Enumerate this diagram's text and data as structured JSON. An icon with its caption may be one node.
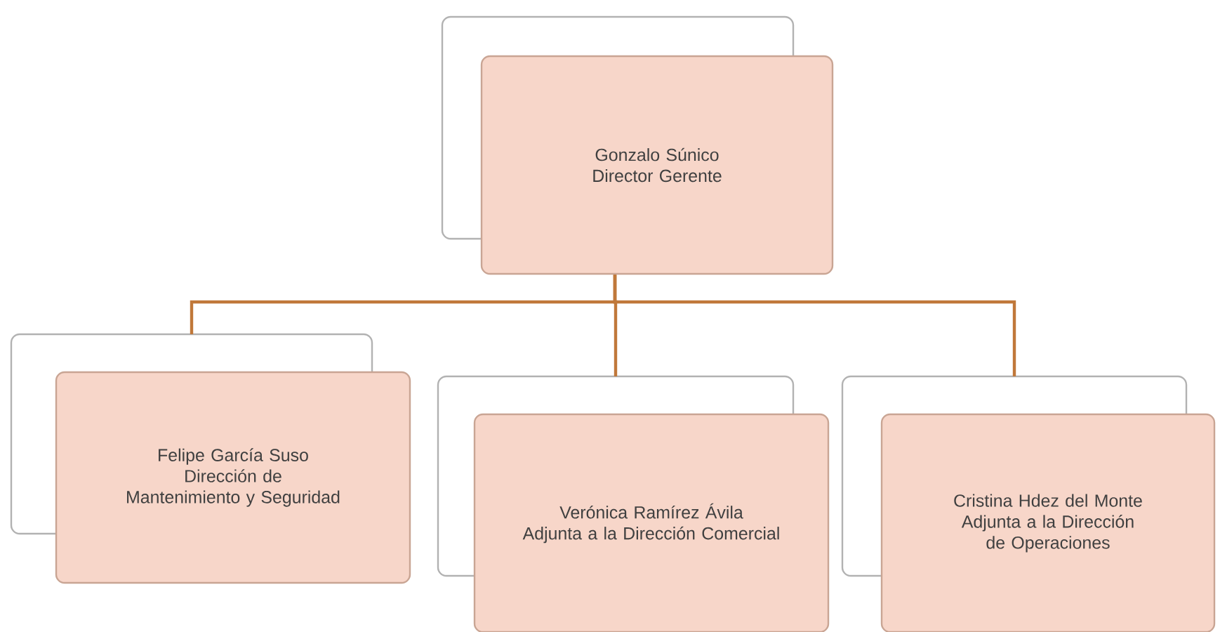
{
  "diagram": {
    "nodes": [
      {
        "text": [
          "Gonzalo Súnico",
          "Director Gerente"
        ]
      },
      {
        "text": [
          "Felipe García Suso",
          "Dirección de Mantenimiento y Seguridad"
        ]
      },
      {
        "text": [
          "Verónica Ramírez Ávila",
          "Adjunta a la Dirección Comercial"
        ]
      },
      {
        "text": [
          "Cristina Hdez del Monte",
          "Adjunta a la Dirección de Operaciones"
        ]
      }
    ],
    "edges": [
      {
        "from": 0,
        "to": 1,
        "arrow": "none"
      },
      {
        "from": 0,
        "to": 2,
        "arrow": "none"
      },
      {
        "from": 0,
        "to": 3,
        "arrow": "none"
      }
    ]
  }
}
